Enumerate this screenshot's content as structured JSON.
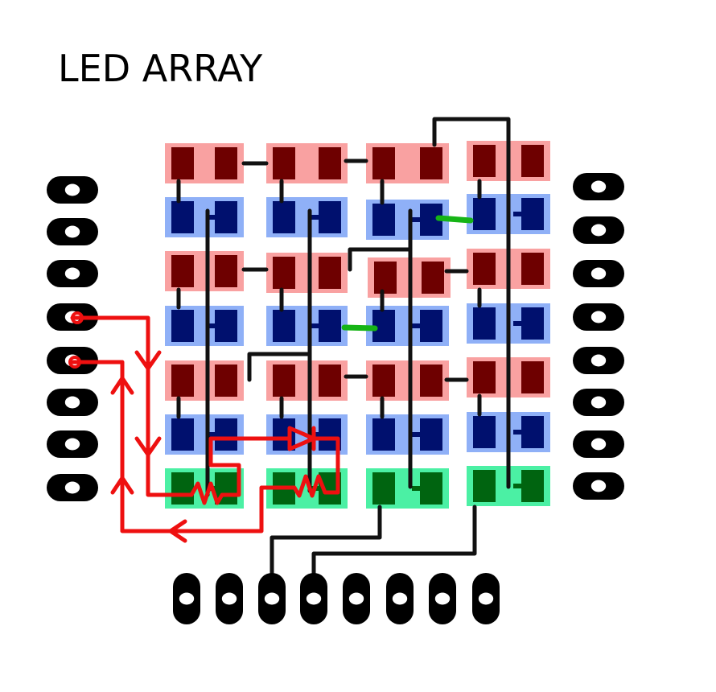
{
  "title": "LED ARRAY",
  "colors": {
    "row_red": "#f9a1a1",
    "row_blue": "#8fb0f7",
    "row_green": "#4bf0a4",
    "pad_red": "#6e0000",
    "pad_blue": "#00106e",
    "pad_green": "#006410",
    "trace_black": "#111111",
    "trace_red": "#ee1010",
    "jumper_green": "#16b416"
  },
  "rows": [
    "red",
    "blue",
    "red",
    "blue",
    "red",
    "blue",
    "green"
  ],
  "icons": {
    "left_header": "pin-header-8",
    "right_header": "pin-header-8",
    "bottom_header": "pin-header-8",
    "resistor": "resistor-icon",
    "diode": "diode-icon",
    "flow_arrow": "arrow-icon"
  }
}
